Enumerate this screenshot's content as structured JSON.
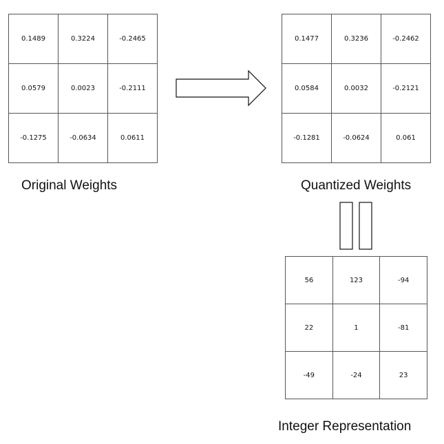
{
  "original": {
    "caption": "Original Weights",
    "cells": [
      "0.1489",
      "0.3224",
      "-0.2465",
      "0.0579",
      "0.0023",
      "-0.2111",
      "-0.1275",
      "-0.0634",
      "0.0611"
    ]
  },
  "quantized": {
    "caption": "Quantized Weights",
    "cells": [
      "0.1477",
      "0.3236",
      "-0.2462",
      "0.0584",
      "0.0032",
      "-0.2121",
      "-0.1281",
      "-0.0624",
      "0.061"
    ]
  },
  "integer": {
    "caption": "Integer Representation",
    "cells": [
      "56",
      "123",
      "-94",
      "22",
      "1",
      "-81",
      "-49",
      "-24",
      "23"
    ]
  },
  "colors": {
    "stroke": "#111111",
    "grid_line": "#555555",
    "background": "#ffffff"
  },
  "icons": {
    "transition": "right-arrow-icon",
    "equivalence": "equals-sign-icon"
  }
}
